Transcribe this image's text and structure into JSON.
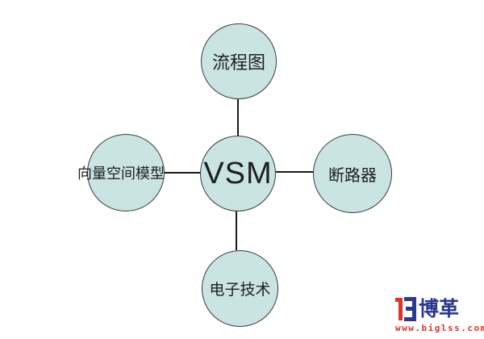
{
  "diagram": {
    "center": {
      "label": "VSM"
    },
    "nodes": [
      {
        "id": "top",
        "label": "流程图"
      },
      {
        "id": "left",
        "label": "向量空间模型"
      },
      {
        "id": "right",
        "label": "断路器"
      },
      {
        "id": "bottom",
        "label": "电子技术"
      }
    ],
    "style": {
      "node_fill": "#cae3e3",
      "node_border": "#3a3a3a",
      "connector_color": "#1a1a1a",
      "text_color": "#1f1f1f"
    }
  },
  "watermark": {
    "brand": "博革",
    "url": "www.biglss.com",
    "brand_color": "#2b3990",
    "accent_red": "#d9352b"
  }
}
